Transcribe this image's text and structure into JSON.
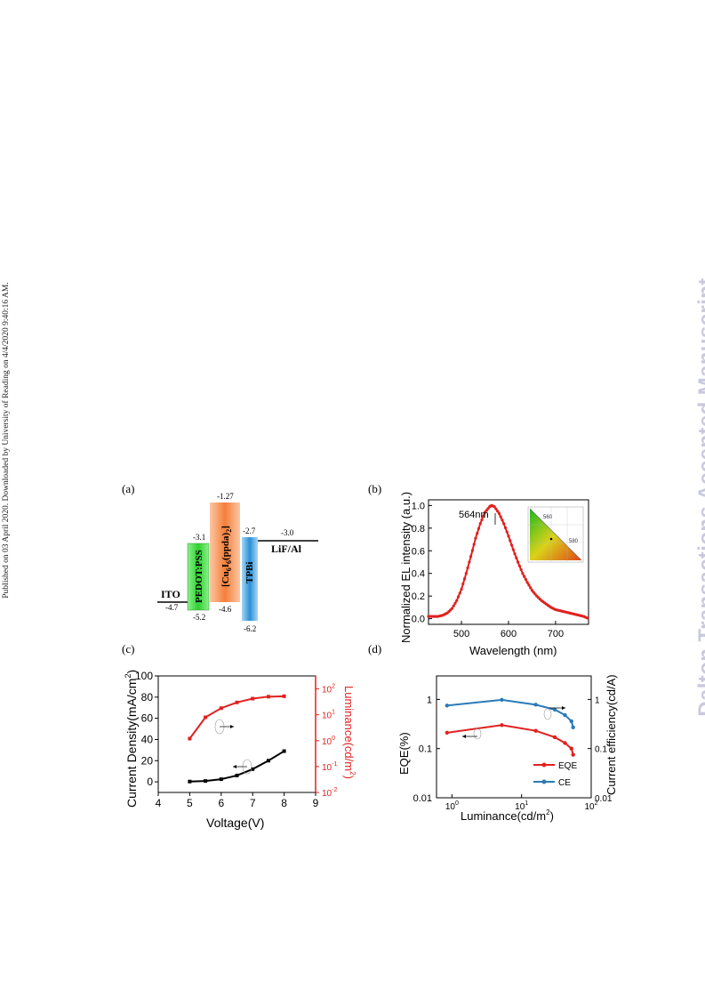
{
  "side_note": "Published on 03 April 2020. Downloaded by University of Reading on 4/4/2020 9:40:16 AM.",
  "watermark": "Dalton Transactions Accepted Manuscript",
  "panels": {
    "a": {
      "label": "(a)"
    },
    "b": {
      "label": "(b)"
    },
    "c": {
      "label": "(c)"
    },
    "d": {
      "label": "(d)"
    }
  },
  "energy_diagram": {
    "layers": [
      {
        "name": "ITO",
        "level": -4.7,
        "level_label": "-4.7",
        "color": "#ffffff"
      },
      {
        "name": "PEDOT:PSS",
        "homo": -5.2,
        "lumo": -3.1,
        "homo_label": "-5.2",
        "lumo_label": "-3.1",
        "color": "#3dd13d"
      },
      {
        "name_main": "[Cu",
        "name_sub1": "6",
        "name_mid": "I",
        "name_sub2": "6",
        "name_tail": "(ppda)",
        "name_sub3": "2",
        "name_end": "]",
        "homo": -4.6,
        "lumo": -1.27,
        "homo_label": "-4.6",
        "lumo_label": "-1.27",
        "color": "#f58a4b"
      },
      {
        "name": "TPBi",
        "homo": -6.2,
        "lumo": -2.7,
        "homo_label": "-6.2",
        "lumo_label": "-2.7",
        "color": "#3a9ad9"
      },
      {
        "name": "LiF/Al",
        "level": -3.0,
        "level_label": "-3.0",
        "color": "#ffffff"
      }
    ]
  },
  "chart_data": [
    {
      "panel": "b",
      "type": "line",
      "xlabel": "Wavelength (nm)",
      "ylabel": "Normalized EL intensity (a.u.)",
      "xlim": [
        430,
        770
      ],
      "ylim": [
        -0.05,
        1.05
      ],
      "xticks": [
        "500",
        "600",
        "700"
      ],
      "yticks": [
        "0.0",
        "0.2",
        "0.4",
        "0.6",
        "0.8",
        "1.0"
      ],
      "peak_annotation": "564nm",
      "series": [
        {
          "color": "#e0211f",
          "x": [
            430,
            440,
            450,
            460,
            470,
            480,
            490,
            500,
            510,
            520,
            530,
            540,
            550,
            560,
            564,
            570,
            580,
            590,
            600,
            610,
            620,
            630,
            640,
            650,
            660,
            670,
            680,
            690,
            700,
            710,
            720,
            730,
            740,
            750,
            760,
            770
          ],
          "y": [
            0.02,
            0.02,
            0.02,
            0.03,
            0.05,
            0.09,
            0.16,
            0.26,
            0.4,
            0.55,
            0.71,
            0.84,
            0.94,
            0.99,
            1.0,
            0.99,
            0.93,
            0.84,
            0.73,
            0.61,
            0.5,
            0.4,
            0.32,
            0.25,
            0.2,
            0.16,
            0.13,
            0.1,
            0.08,
            0.07,
            0.06,
            0.05,
            0.04,
            0.03,
            0.02,
            0.0
          ]
        }
      ],
      "inset": {
        "type": "cie",
        "labels": [
          "560",
          "580"
        ]
      }
    },
    {
      "panel": "c",
      "type": "line",
      "xlabel": "Voltage(V)",
      "ylabel_left": "Current Density(mA/cm",
      "ylabel_left_sup": "2",
      "ylabel_left_end": ")",
      "ylabel_right": "Luminance(cd/m",
      "ylabel_right_sup": "2",
      "ylabel_right_end": ")",
      "xlim": [
        4,
        9
      ],
      "xticks": [
        "4",
        "5",
        "6",
        "7",
        "8",
        "9"
      ],
      "ylim_left": [
        -10,
        100
      ],
      "yticks_left": [
        "0",
        "20",
        "40",
        "60",
        "80",
        "100"
      ],
      "ylim_right_log": [
        -2,
        2.5
      ],
      "yticks_right": [
        {
          "base": "10",
          "exp": "-2"
        },
        {
          "base": "10",
          "exp": "-1"
        },
        {
          "base": "10",
          "exp": "0"
        },
        {
          "base": "10",
          "exp": "1"
        },
        {
          "base": "10",
          "exp": "2"
        }
      ],
      "series": [
        {
          "axis": "left",
          "color": "#000000",
          "x": [
            5,
            5.5,
            6,
            6.5,
            7,
            7.5,
            8
          ],
          "y": [
            0.3,
            0.8,
            2.5,
            6,
            12,
            20,
            29
          ]
        },
        {
          "axis": "right_log",
          "color": "#e0211f",
          "x": [
            5,
            5.5,
            6,
            6.5,
            7,
            7.5,
            8
          ],
          "y": [
            1.2,
            8,
            18,
            30,
            42,
            50,
            52
          ]
        }
      ]
    },
    {
      "panel": "d",
      "type": "line",
      "xlabel": "Luminance(cd/m",
      "xlabel_sup": "2",
      "xlabel_end": ")",
      "ylabel_left": "EQE(%)",
      "ylabel_right": "Current efficiency(cd/A)",
      "xscale": "log",
      "xlim": [
        0.6,
        100
      ],
      "xticks": [
        {
          "base": "10",
          "exp": "0"
        },
        {
          "base": "10",
          "exp": "1"
        },
        {
          "base": "10",
          "exp": "2"
        }
      ],
      "ylim_left_log": [
        0.01,
        3
      ],
      "yticks_left": [
        "0.01",
        "0.1",
        "1"
      ],
      "yticks_right": [
        "0.01",
        "0.1",
        "1"
      ],
      "legend": [
        "EQE",
        "CE"
      ],
      "series": [
        {
          "name": "EQE",
          "color": "#e0211f",
          "x": [
            0.85,
            5.2,
            16,
            30,
            42,
            52,
            55
          ],
          "y": [
            0.21,
            0.3,
            0.23,
            0.17,
            0.13,
            0.1,
            0.075
          ]
        },
        {
          "name": "CE",
          "color": "#2a7ab8",
          "x": [
            0.85,
            5.2,
            16,
            30,
            42,
            52,
            55
          ],
          "y": [
            0.75,
            0.98,
            0.78,
            0.62,
            0.48,
            0.36,
            0.27
          ]
        }
      ]
    }
  ]
}
